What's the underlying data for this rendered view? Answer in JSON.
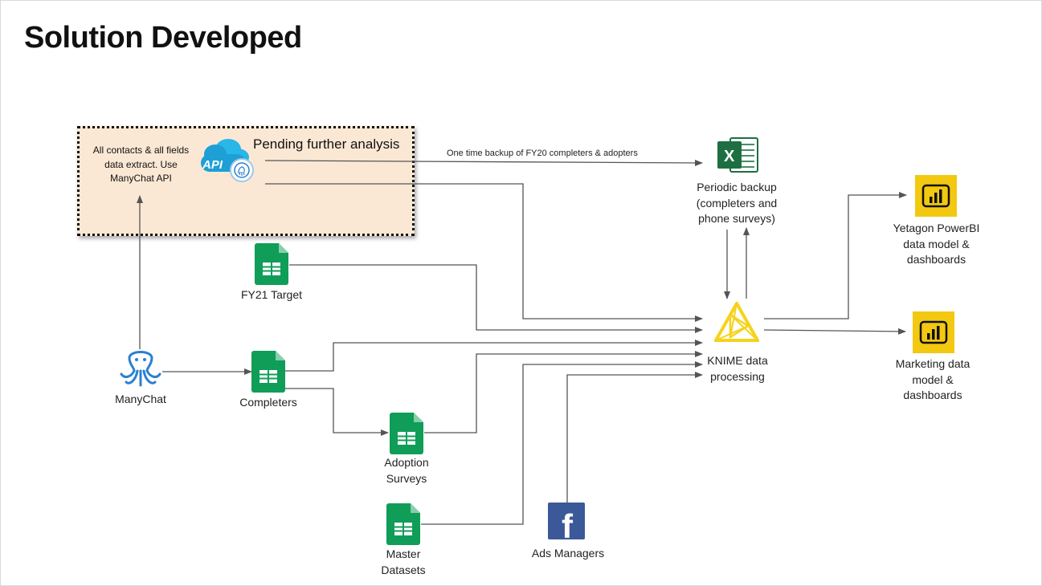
{
  "title": "Solution Developed",
  "pending": {
    "title": "Pending further analysis",
    "description": "All contacts & all fields data extract. Use ManyChat API",
    "api_icon_text": "API"
  },
  "edge_labels": {
    "backup_once": "One time backup of FY20 completers & adopters"
  },
  "nodes": {
    "periodic_backup": "Periodic backup (completers and phone surveys)",
    "fy21_target": "FY21 Target",
    "knime": "KNIME data processing",
    "manychat": "ManyChat",
    "completers": "Completers",
    "adoption_surveys": "Adoption Surveys",
    "master_datasets": "Master Datasets",
    "ads_managers": "Ads Managers",
    "yetagon_powerbi": "Yetagon PowerBI data model & dashboards",
    "marketing": "Marketing data model & dashboards"
  },
  "icons": {
    "excel_letter": "X",
    "facebook_letter": "f"
  },
  "colors": {
    "sheets_green": "#0f9d58",
    "excel_green": "#1d6f42",
    "powerbi_yellow": "#f2c811",
    "facebook_blue": "#3b5998",
    "manychat_blue": "#2b7fd1",
    "knime_yellow": "#f6d21b",
    "pending_fill": "#fbe8d4"
  }
}
